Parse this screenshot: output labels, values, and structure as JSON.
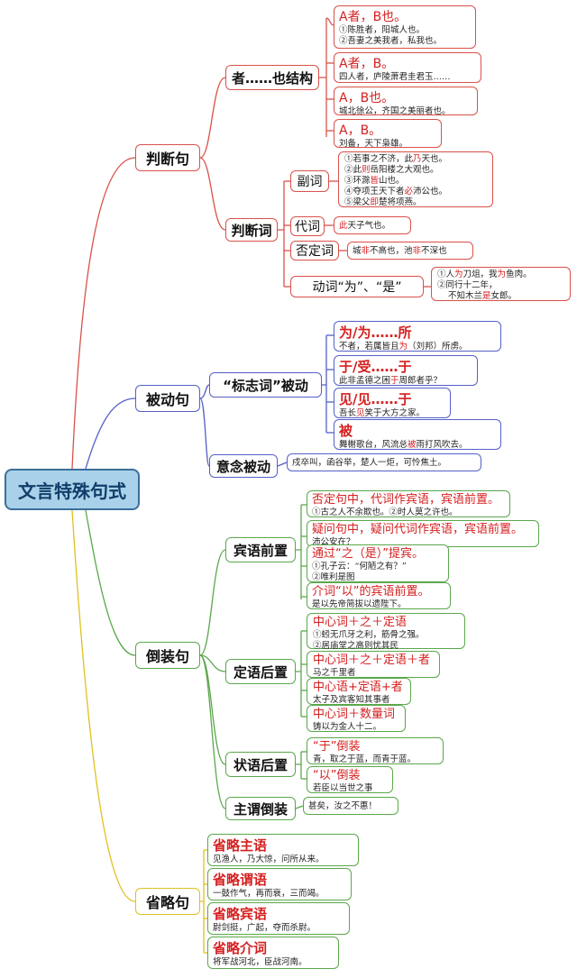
{
  "title": "文言特殊句式",
  "colors": {
    "judgment": "#d9514a",
    "passive": "#5560c8",
    "inversion": "#5aa84b",
    "ellipsis": "#e0c020",
    "root_fill": "#a9d2ea"
  },
  "judgment": {
    "label": "判断句",
    "zhe_ye": {
      "label": "者……也结构",
      "items": [
        {
          "title": "A者，B也。",
          "ex1": "①陈胜者，阳城人也。",
          "ex2": "②吾妻之美我者，私我也。"
        },
        {
          "title": "A者，B。",
          "ex1": "四人者，庐陵萧君圭君玉……"
        },
        {
          "title": "A，B也。",
          "ex1": "城北徐公，齐国之美丽者也。"
        },
        {
          "title": "A，B。",
          "ex1": "刘备，天下枭雄。"
        }
      ]
    },
    "panduanci": {
      "label": "判断词",
      "adverb": {
        "label": "副词",
        "ex": [
          {
            "a": "①若事之不济，此",
            "h": "乃",
            "b": "天也。"
          },
          {
            "a": "②此",
            "h": "则",
            "b": "岳阳楼之大观也。"
          },
          {
            "a": "③环滁",
            "h": "皆",
            "b": "山也。"
          },
          {
            "a": "④夺项王天下者",
            "h": "必",
            "b": "沛公也。"
          },
          {
            "a": "⑤梁父",
            "h": "即",
            "b": "楚将项燕。"
          }
        ]
      },
      "pronoun": {
        "label": "代词",
        "h": "此",
        "b": "天子气也。"
      },
      "negative": {
        "label": "否定词",
        "a": "城",
        "h1": "非",
        "m": "不高也，池",
        "h2": "非",
        "b": "不深也"
      },
      "verb": {
        "label": "动词“为”、“是”",
        "ex1": {
          "a": "①人",
          "h1": "为",
          "m": "刀俎，我",
          "h2": "为",
          "b": "鱼肉。"
        },
        "ex2": "②同行十二年，",
        "ex3": {
          "a": "不知木兰",
          "h": "是",
          "b": "女郎。"
        }
      }
    }
  },
  "passive": {
    "label": "被动句",
    "marker": {
      "label": "“标志词”被动",
      "items": [
        {
          "title": "为/为……所",
          "ex": {
            "a": "不者，若属皆且",
            "h": "为",
            "b": "（刘邦）所虏。"
          }
        },
        {
          "title": "于/受……于",
          "ex": {
            "a": "此非孟德之困",
            "h": "于",
            "b": "周郎者乎？"
          }
        },
        {
          "title": "见/见……于",
          "ex": {
            "a": "吾长",
            "h": "见",
            "b": "笑于大方之家。"
          }
        },
        {
          "title": "被",
          "ex": {
            "a": "舞榭歌台，风流总",
            "h": "被",
            "b": "雨打风吹去。"
          }
        }
      ]
    },
    "notional": {
      "label": "意念被动",
      "ex": "戍卒叫，函谷举，楚人一炬，可怜焦土。"
    }
  },
  "inversion": {
    "label": "倒装句",
    "object_front": {
      "label": "宾语前置",
      "items": [
        {
          "title": "否定句中，代词作宾语，宾语前置。",
          "ex1": "①古之人不余欺也。②时人莫之许也。"
        },
        {
          "title": "疑问句中，疑问代词作宾语，宾语前置。",
          "ex1": "沛公安在？"
        },
        {
          "title": "通过“之（是）”提宾。",
          "ex1": "①孔子云：“何陋之有？”",
          "ex2": "②唯利是图"
        },
        {
          "title": "介词“以”的宾语前置。",
          "ex1": "是以先帝简拔以遗陛下。"
        }
      ]
    },
    "attrib_post": {
      "label": "定语后置",
      "items": [
        {
          "title": "中心词＋之＋定语",
          "ex1": "①蚓无爪牙之利，筋骨之强。",
          "ex2": "②居庙堂之高则忧其民"
        },
        {
          "title": "中心词＋之＋定语＋者",
          "ex1": "马之千里者"
        },
        {
          "title": "中心语+定语+者",
          "ex1": "太子及宾客知其事者"
        },
        {
          "title": "中心词＋数量词",
          "ex1": "铸以为金人十二。"
        }
      ]
    },
    "adverbial_post": {
      "label": "状语后置",
      "items": [
        {
          "title": "“于”倒装",
          "ex1": "青，取之于蓝，而青于蓝。"
        },
        {
          "title": "“以”倒装",
          "ex1": "若臣以当世之事"
        }
      ]
    },
    "subj_pred": {
      "label": "主谓倒装",
      "ex": "甚矣，汝之不惠！"
    }
  },
  "ellipsis": {
    "label": "省略句",
    "items": [
      {
        "title": "省略主语",
        "ex": "见渔人，乃大惊，问所从来。"
      },
      {
        "title": "省略谓语",
        "ex": "一鼓作气，再而衰，三而竭。"
      },
      {
        "title": "省略宾语",
        "ex": "尉剑挺，广起，夺而杀尉。"
      },
      {
        "title": "省略介词",
        "ex": "将军战河北，臣战河南。"
      }
    ]
  }
}
